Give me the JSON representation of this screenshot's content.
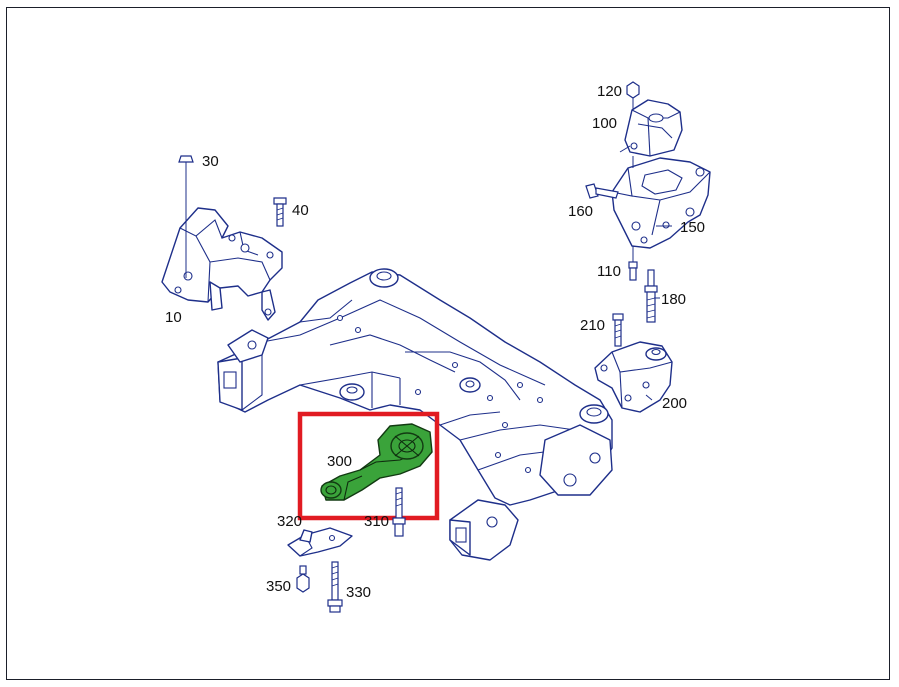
{
  "highlight_color": "#e11b22",
  "part_color": "#1e2f8a",
  "highlight_part_color": "#3aa33a",
  "highlighted_part": "300",
  "labels": {
    "p10": "10",
    "p30": "30",
    "p40": "40",
    "p100": "100",
    "p110": "110",
    "p120": "120",
    "p150": "150",
    "p160": "160",
    "p180": "180",
    "p200": "200",
    "p210": "210",
    "p300": "300",
    "p310": "310",
    "p320": "320",
    "p330": "330",
    "p350": "350"
  }
}
